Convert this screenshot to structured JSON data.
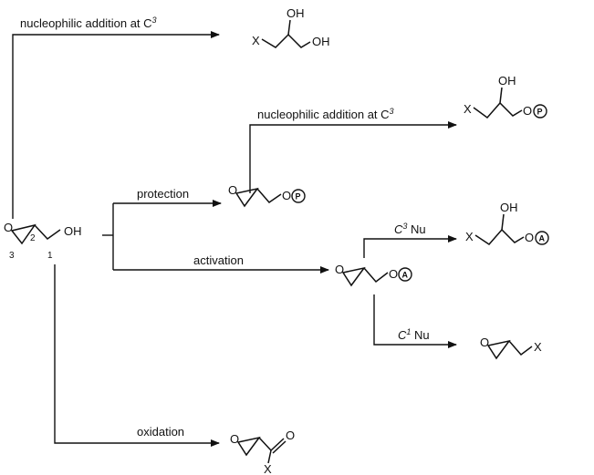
{
  "labels": {
    "nuc_top": "nucleophilic addition at C",
    "nuc_mid": "nucleophilic addition at C",
    "protection": "protection",
    "activation": "activation",
    "c3nu": "C",
    "c3nu_tail": " Nu",
    "c1nu": "C",
    "c1nu_tail": " Nu",
    "oxidation": "oxidation",
    "sup3": "3",
    "sup1": "1"
  },
  "atoms": {
    "o": "O",
    "oh": "OH",
    "x": "X",
    "p": "P",
    "a": "A"
  },
  "carbon_numbers": [
    "3",
    "2",
    "1"
  ],
  "colors": {
    "ink": "#111111",
    "background": "#ffffff"
  }
}
